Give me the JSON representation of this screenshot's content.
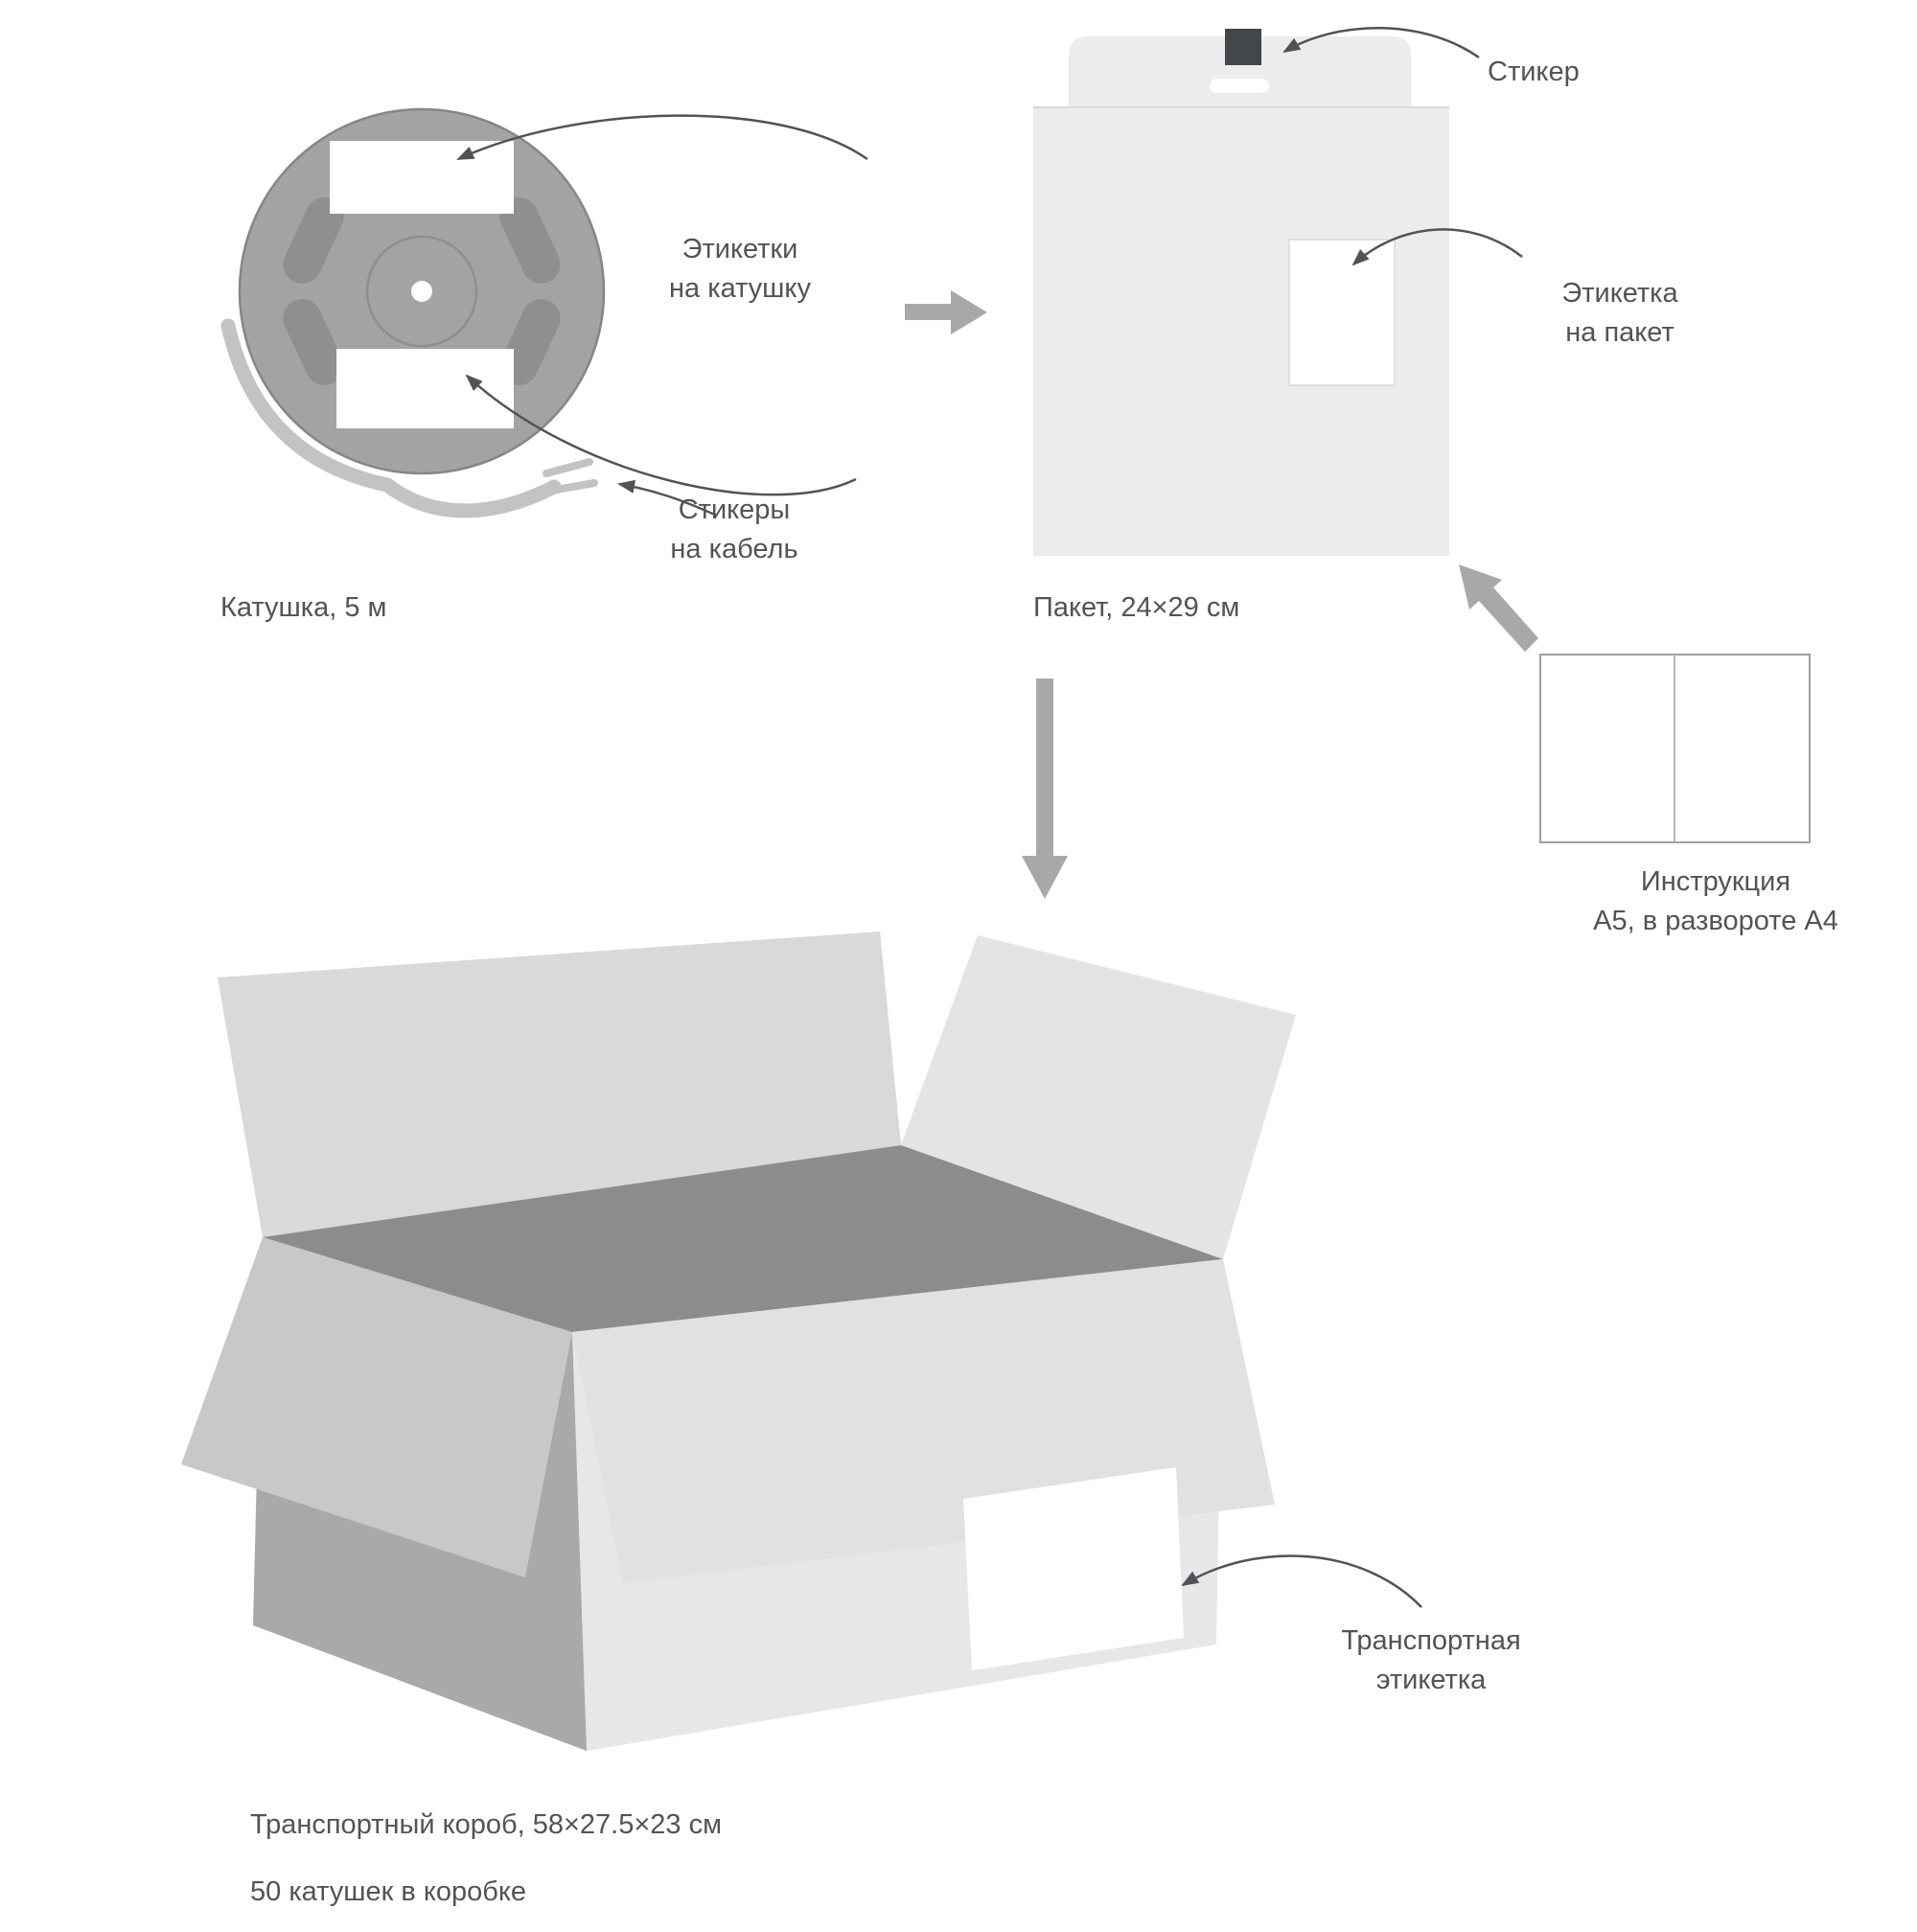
{
  "colors": {
    "text": "#515358",
    "reel_body": "#a2a3a5",
    "reel_edge": "#85868a",
    "reel_slot": "#8e8f91",
    "cable": "#c2c3c5",
    "bag": "#ececee",
    "bag_line": "#d8d9db",
    "sticker_dark": "#43464b",
    "arrow_thick": "#a7a8aa",
    "arrow_thin": "#515358",
    "box_interior": "#8b8c8e",
    "box_face_left": "#a8a9ab",
    "box_flap_left_outer": "#c7c8ca",
    "box_face_right": "#e6e7e8",
    "box_flap_right_outer": "#e0e1e3",
    "box_flap_back_left": "#d8d9da",
    "box_flap_back_right": "#e3e4e5",
    "sheet_edge": "#a0a1a4"
  },
  "reel": {
    "caption": "Катушка, 5 м",
    "label_spool": "Этикетки\nна катушку",
    "label_cable": "Стикеры\nна кабель"
  },
  "bag": {
    "caption": "Пакет, 24×29 см",
    "sticker_label": "Стикер",
    "label": "Этикетка\nна пакет"
  },
  "instruction": {
    "label": "Инструкция\nА5, в развороте А4"
  },
  "box": {
    "label": "Транспортная\nэтикетка",
    "caption_line1": "Транспортный короб, 58×27.5×23 см",
    "caption_line2": "50 катушек в коробке"
  }
}
